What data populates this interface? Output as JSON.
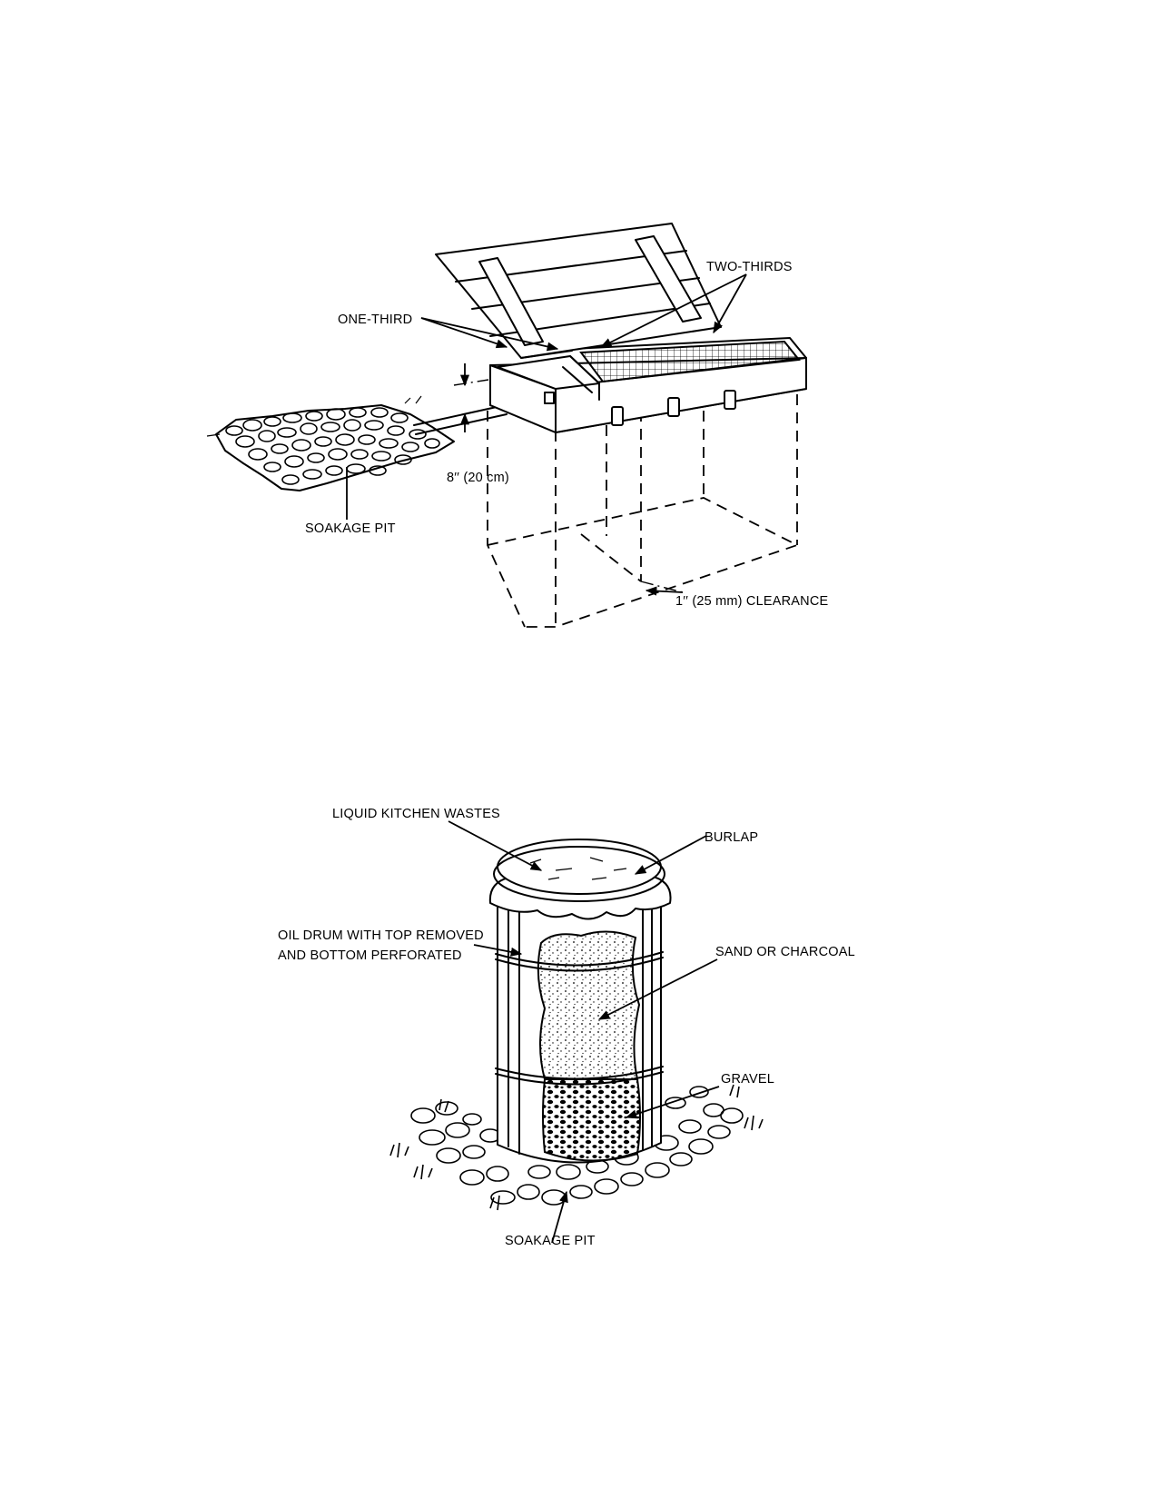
{
  "grease_trap_figure": {
    "labels": {
      "two_thirds": "TWO-THIRDS",
      "one_third": "ONE-THIRD",
      "depth": "8′′ (20 cm)",
      "soakage_pit": "SOAKAGE PIT",
      "clearance": "1′′ (25 mm) CLEARANCE"
    }
  },
  "barrel_filter_figure": {
    "labels": {
      "liquid_kitchen_wastes": "LIQUID KITCHEN WASTES",
      "burlap": "BURLAP",
      "oil_drum_line1": "OIL DRUM WITH TOP REMOVED",
      "oil_drum_line2": "AND BOTTOM PERFORATED",
      "sand_or_charcoal": "SAND OR CHARCOAL",
      "gravel": "GRAVEL",
      "soakage_pit": "SOAKAGE PIT"
    }
  }
}
